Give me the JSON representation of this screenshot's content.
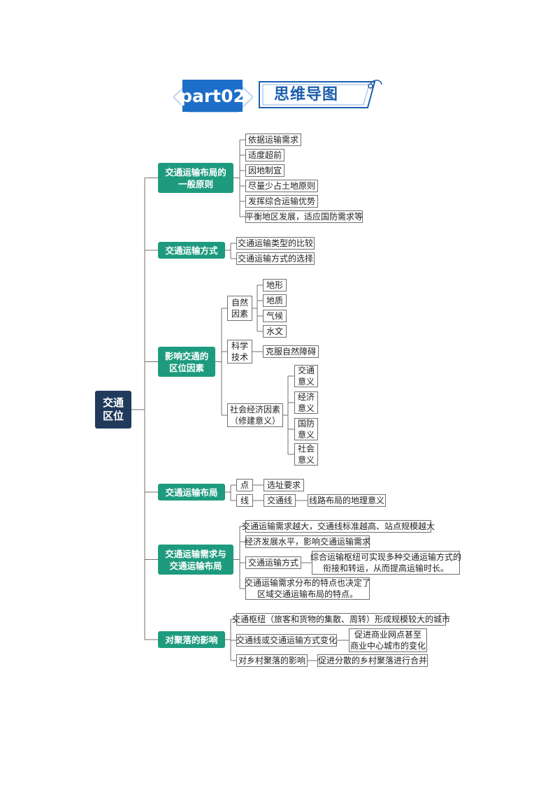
{
  "header": {
    "badge": "part02",
    "title": "思维导图"
  },
  "colors": {
    "root": "#203a5c",
    "branch": "#1e9b7e",
    "header_blue": "#1d6ec8",
    "line": "#707070"
  },
  "root": {
    "label": "交通\n区位"
  },
  "branches": [
    {
      "label": "交通运输布局的\n一般原则",
      "children": [
        "依据运输需求",
        "适度超前",
        "因地制宜",
        "尽量少占土地原则",
        "发挥综合运输优势",
        "平衡地区发展，适应国防需求等"
      ]
    },
    {
      "label": "交通运输方式",
      "children": [
        "交通运输类型的比较",
        "交通运输方式的选择"
      ]
    },
    {
      "label": "影响交通的\n区位因素",
      "children": [
        {
          "label": "自然\n因素",
          "children": [
            "地形",
            "地质",
            "气候",
            "水文"
          ]
        },
        {
          "label": "科学\n技术",
          "children": [
            "克服自然障碍"
          ]
        },
        {
          "label": "社会经济因素\n（修建意义）",
          "children": [
            "交通\n意义",
            "经济\n意义",
            "国防\n意义",
            "社会\n意义"
          ]
        }
      ]
    },
    {
      "label": "交通运输布局",
      "children": [
        {
          "label": "点",
          "children": [
            "选址要求"
          ]
        },
        {
          "label": "线",
          "children": [
            {
              "label": "交通线",
              "children": [
                "线路布局的地理意义"
              ]
            }
          ]
        }
      ]
    },
    {
      "label": "交通运输需求与\n交通运输布局",
      "children": [
        "交通运输需求越大，交通线标准越高、站点规模越大",
        "经济发展水平，影响交通运输需求",
        {
          "label": "交通运输方式",
          "children": [
            "综合运输枢纽可实现多种交通运输方式的\n衔接和转运，从而提高运输时长。"
          ]
        },
        "交通运输需求分布的特点也决定了\n区域交通运输布局的特点。"
      ]
    },
    {
      "label": "对聚落的影响",
      "children": [
        "交通枢纽（旅客和货物的集散、周转）形成规模较大的城市",
        {
          "label": "交通线或交通运输方式变化",
          "children": [
            "促进商业网点甚至\n商业中心城市的变化"
          ]
        },
        {
          "label": "对乡村聚落的影响",
          "children": [
            "促进分散的乡村聚落进行合并"
          ]
        }
      ]
    }
  ]
}
